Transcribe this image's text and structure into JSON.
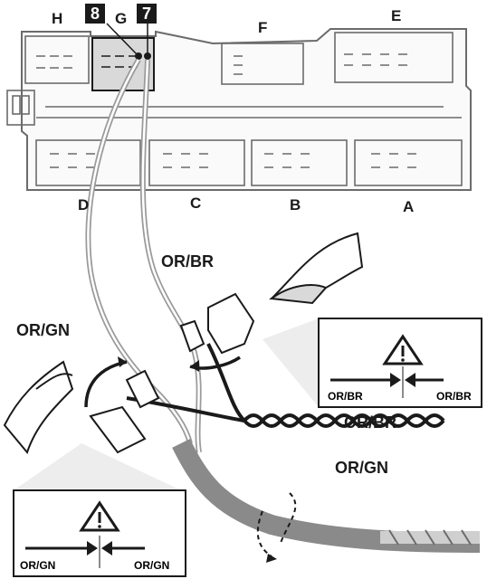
{
  "connectors": {
    "top": [
      "H",
      "G",
      "F",
      "E"
    ],
    "bottom": [
      "D",
      "C",
      "B",
      "A"
    ]
  },
  "pins": [
    "8",
    "7"
  ],
  "wires": {
    "or_br": "OR/BR",
    "or_gn": "OR/GN"
  },
  "warnings": {
    "right": {
      "left_label": "OR/BR",
      "right_label": "OR/BR",
      "icon": "warning-triangle-icon"
    },
    "left": {
      "left_label": "OR/GN",
      "right_label": "OR/GN",
      "icon": "warning-triangle-icon"
    }
  },
  "colors": {
    "line": "#1a1a1a",
    "pin_bg": "#1a1a1a",
    "highlight": "#d9d9d9",
    "box": "#ededed"
  }
}
